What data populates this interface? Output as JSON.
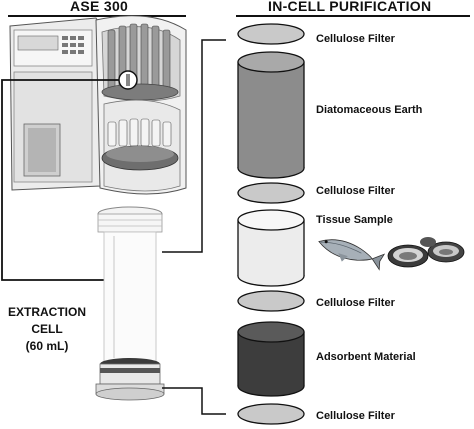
{
  "headers": {
    "instrument": "ASE 300",
    "purification": "IN-CELL PURIFICATION"
  },
  "extraction_cell": {
    "line1": "EXTRACTION",
    "line2": "CELL",
    "line3": "(60 mL)"
  },
  "layers": [
    {
      "label": "Cellulose Filter",
      "kind": "filter"
    },
    {
      "label": "Diatomaceous Earth",
      "kind": "cylinder",
      "fill": "#8c8c8c"
    },
    {
      "label": "Cellulose Filter",
      "kind": "filter"
    },
    {
      "label": "Tissue Sample",
      "kind": "cylinder",
      "fill": "#ececec"
    },
    {
      "label": "Cellulose Filter",
      "kind": "filter"
    },
    {
      "label": "Adsorbent Material",
      "kind": "cylinder",
      "fill": "#3d3d3d"
    },
    {
      "label": "Cellulose Filter",
      "kind": "filter"
    }
  ],
  "colors": {
    "filter": "#c9c9c9",
    "outline": "#111111"
  },
  "icons": [
    "ase-300-instrument-illustration",
    "fish-icon",
    "mussel-shell-icon"
  ]
}
